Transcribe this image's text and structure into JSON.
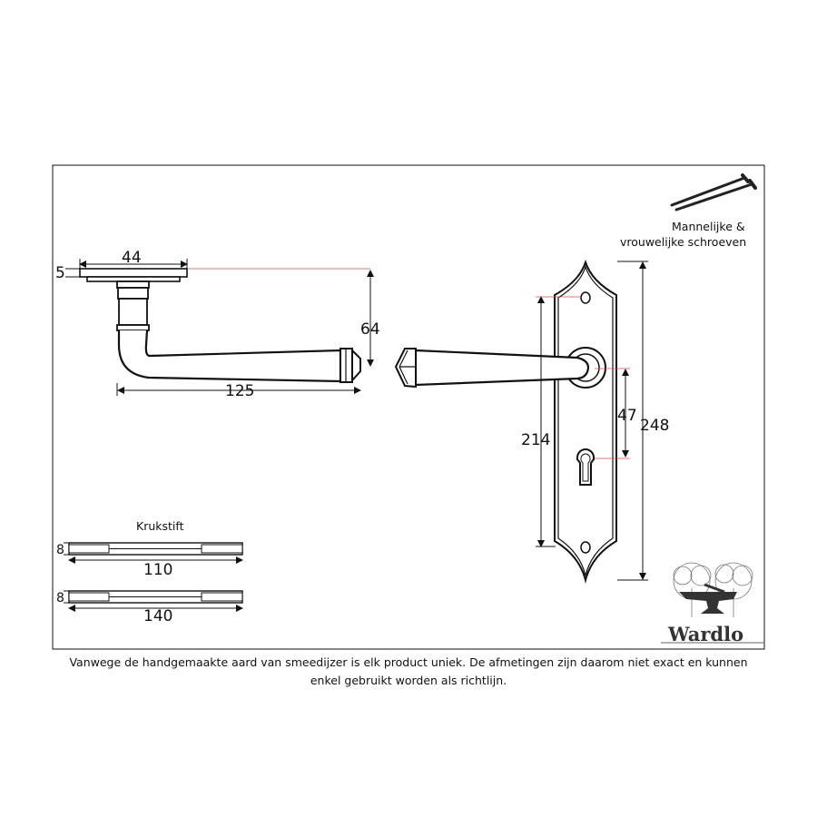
{
  "lever": {
    "rose_width": "44",
    "rose_thickness": "5",
    "projection": "64",
    "length": "125"
  },
  "backplate": {
    "height": "248",
    "lever_to_bottom_screw": "214",
    "centre_distance": "47"
  },
  "screws": {
    "label_line1": "Mannelijke &",
    "label_line2": "vrouwelijke schroeven"
  },
  "spindles": {
    "title": "Krukstift",
    "thickness_a": "8",
    "length_a": "110",
    "thickness_b": "8",
    "length_b": "140"
  },
  "logo": {
    "brand": "Wardlo"
  },
  "disclaimer": "Vanwege de handgemaakte aard van smeedijzer is elk product uniek. De afmetingen zijn daarom niet exact en kunnen enkel gebruikt worden als richtlijn."
}
